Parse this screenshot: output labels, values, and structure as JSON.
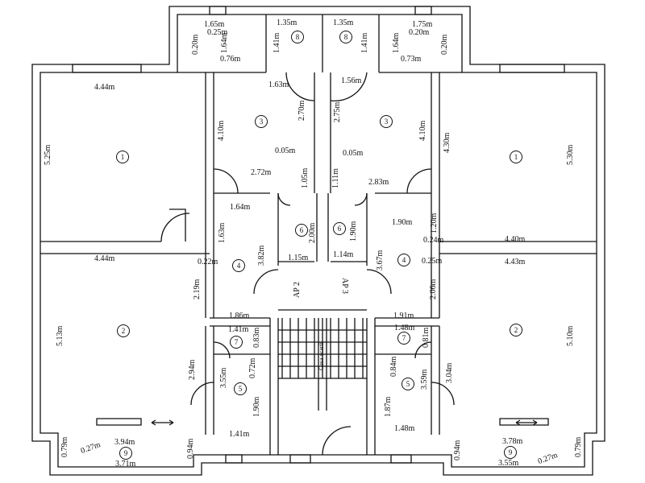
{
  "labels": {
    "ap2": "AP 2",
    "ap3": "AP 3",
    "stairs": "Casa scarii"
  },
  "rooms": {
    "r1": "1",
    "r2": "2",
    "r3": "3",
    "r4": "4",
    "r5": "5",
    "r6": "6",
    "r7": "7",
    "r8": "8",
    "r9": "9"
  },
  "dims": {
    "d_165": "1.65m",
    "d_025": "0.25m",
    "d_020_l": "0.20m",
    "d_076": "0.76m",
    "d_164_t": "1.64m",
    "d_135_l": "1.35m",
    "d_141_l": "1.41m",
    "d_135_r": "1.35m",
    "d_141_r": "1.41m",
    "d_175": "1.75m",
    "d_020_t": "0.20m",
    "d_164_tr": "1.64m",
    "d_073": "0.73m",
    "d_020_r": "0.20m",
    "d_163": "1.63m",
    "d_156": "1.56m",
    "d_444_t": "4.44m",
    "d_525": "5.25m",
    "d_410_l": "4.10m",
    "d_270": "2.70m",
    "d_275": "2.75m",
    "d_410_r": "4.10m",
    "d_430": "4.30m",
    "d_530": "5.30m",
    "d_005_l": "0.05m",
    "d_005_r": "0.05m",
    "d_272": "2.72m",
    "d_105": "1.05m",
    "d_111": "1.11m",
    "d_283": "2.83m",
    "d_164_m": "1.64m",
    "d_163_v": "1.63m",
    "d_200": "2.00m",
    "d_190_v": "1.90m",
    "d_190_h": "1.90m",
    "d_120": "1.20m",
    "d_024": "0.24m",
    "d_440": "4.40m",
    "d_444_b": "4.44m",
    "d_022": "0.22m",
    "d_382": "3.82m",
    "d_115": "1.15m",
    "d_114": "1.14m",
    "d_367": "3.67m",
    "d_025_r": "0.25m",
    "d_443": "4.43m",
    "d_219": "2.19m",
    "d_206": "2.06m",
    "d_186": "1.86m",
    "d_191": "1.91m",
    "d_513": "5.13m",
    "d_510": "5.10m",
    "d_141_7": "1.41m",
    "d_083": "0.83m",
    "d_148_7": "1.48m",
    "d_081": "0.81m",
    "d_294": "2.94m",
    "d_072": "0.72m",
    "d_084": "0.84m",
    "d_304": "3.04m",
    "d_355": "3.55m",
    "d_359": "3.59m",
    "d_190_5": "1.90m",
    "d_187": "1.87m",
    "d_141_5": "1.41m",
    "d_148_5": "1.48m",
    "d_079_l": "0.79m",
    "d_027_l": "0.27m",
    "d_394": "3.94m",
    "d_371": "3.71m",
    "d_094_l": "0.94m",
    "d_094_r": "0.94m",
    "d_378": "3.78m",
    "d_355_b": "3.55m",
    "d_027_r": "0.27m",
    "d_079_r": "0.79m"
  }
}
